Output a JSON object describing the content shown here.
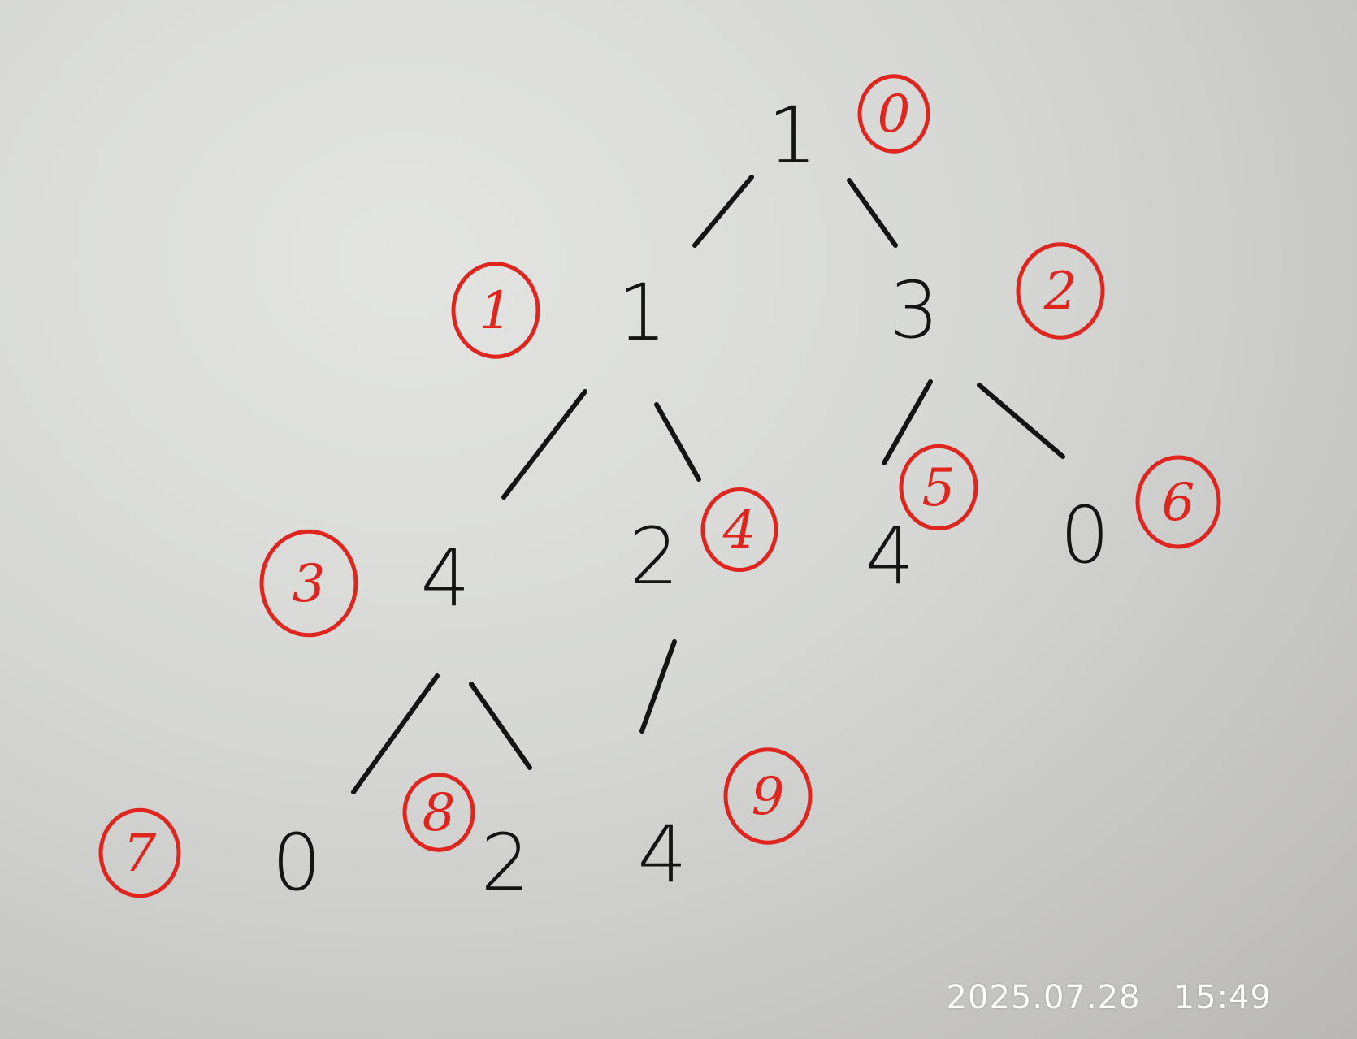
{
  "tree": {
    "nodes": [
      {
        "index": "0",
        "value": "1"
      },
      {
        "index": "1",
        "value": "1"
      },
      {
        "index": "2",
        "value": "3"
      },
      {
        "index": "3",
        "value": "4"
      },
      {
        "index": "4",
        "value": "2"
      },
      {
        "index": "5",
        "value": "4"
      },
      {
        "index": "6",
        "value": "0"
      },
      {
        "index": "7",
        "value": "0"
      },
      {
        "index": "8",
        "value": "2"
      },
      {
        "index": "9",
        "value": "4"
      }
    ],
    "edges": [
      [
        "0",
        "1"
      ],
      [
        "0",
        "2"
      ],
      [
        "1",
        "3"
      ],
      [
        "1",
        "4"
      ],
      [
        "2",
        "5"
      ],
      [
        "2",
        "6"
      ],
      [
        "3",
        "7"
      ],
      [
        "3",
        "8"
      ],
      [
        "4",
        "9"
      ]
    ],
    "ink_color": "#141414",
    "annotation_color": "#e0241e"
  },
  "photo": {
    "timestamp": "2025.07.28   15:49"
  }
}
